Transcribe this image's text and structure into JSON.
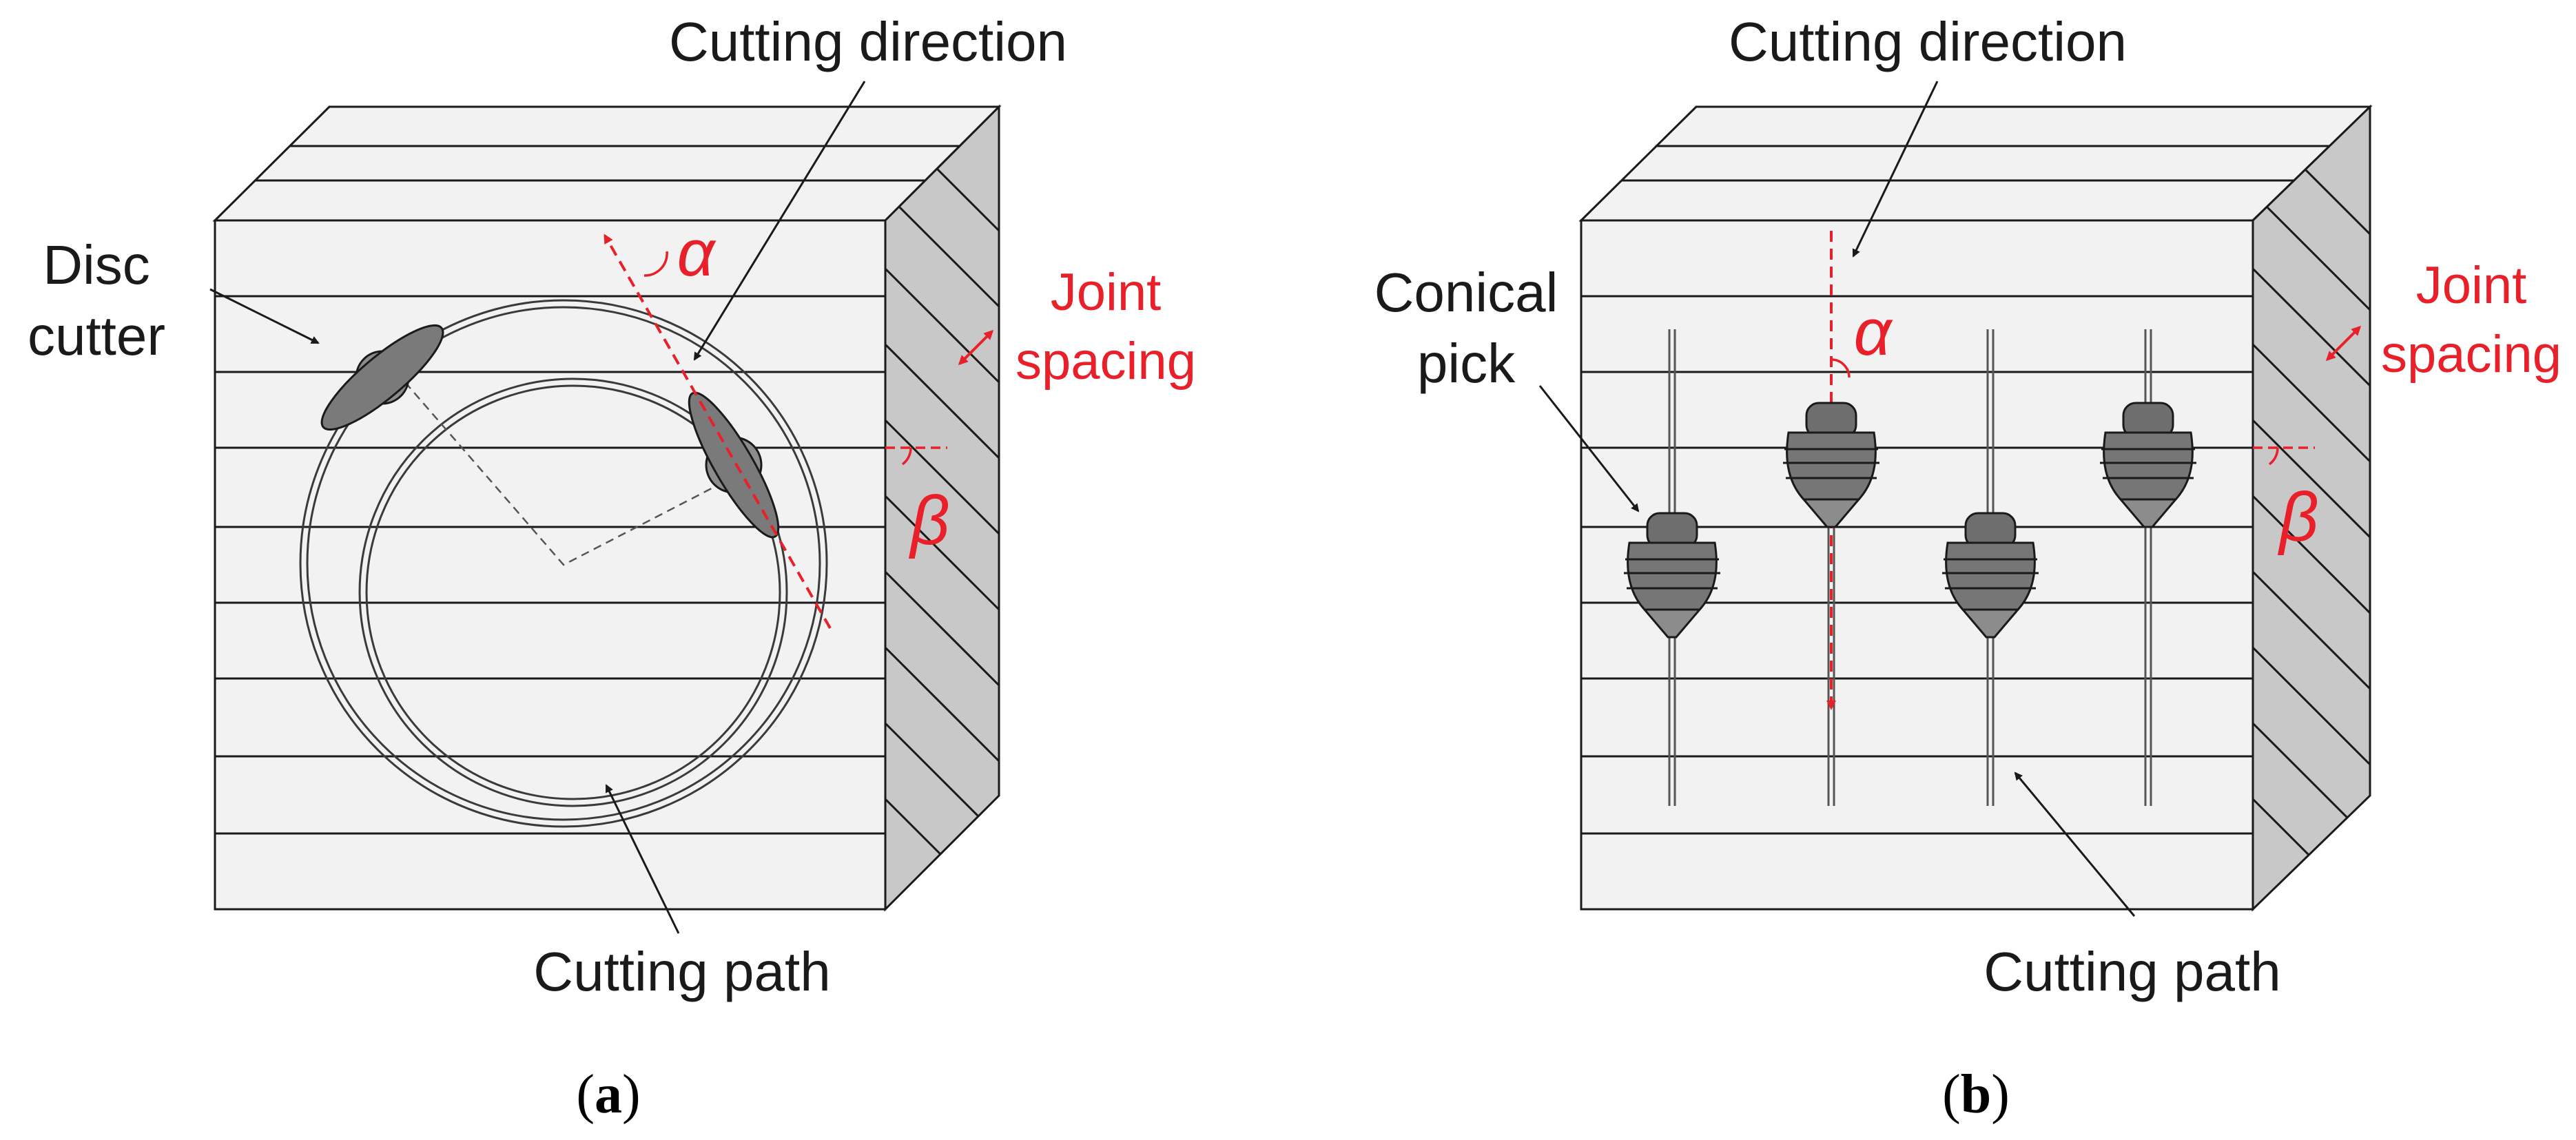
{
  "colors": {
    "face": "#f2f2f2",
    "side": "#c8c8c8",
    "line": "#1a1a1a",
    "accent": "#e8202a",
    "tool_dark": "#6e6e6e",
    "tool_mid": "#8c8c8c",
    "tool_light": "#a8a8a8"
  },
  "panel_a": {
    "label_cutting_direction": "Cutting direction",
    "label_disc": "Disc",
    "label_cutter": "cutter",
    "label_joint": "Joint",
    "label_spacing": "spacing",
    "label_alpha": "α",
    "label_beta": "β",
    "label_cutting_path": "Cutting path",
    "caption_open": "(",
    "caption_letter": "a",
    "caption_close": ")"
  },
  "panel_b": {
    "label_cutting_direction": "Cutting direction",
    "label_conical": "Conical",
    "label_pick": "pick",
    "label_joint": "Joint",
    "label_spacing": "spacing",
    "label_alpha": "α",
    "label_beta": "β",
    "label_cutting_path": "Cutting path",
    "caption_open": "(",
    "caption_letter": "b",
    "caption_close": ")"
  }
}
